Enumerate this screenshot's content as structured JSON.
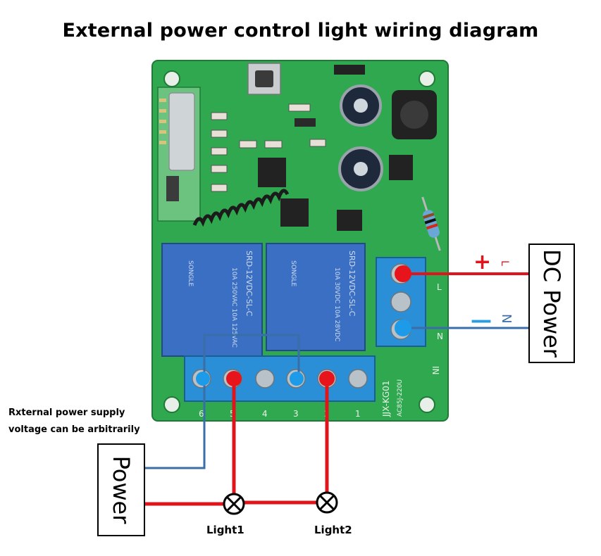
{
  "title": "External power control light wiring diagram",
  "note": {
    "line1": "Rxternal power supply",
    "line2": "voltage can be  arbitrarily"
  },
  "dc_power_box": "DC Power",
  "power_box": "Power",
  "lights": [
    "Light1",
    "Light2"
  ],
  "input_labels": {
    "plus": "+",
    "minus": "—",
    "L": "L",
    "N": "N",
    "IN": "IN"
  },
  "board": {
    "model_label": "JJX-KG01",
    "voltage_label": "AC85J-220U",
    "relay1_text": "SRD-12VDC-SL-C",
    "relay2_text": "SRD-12VDC-SL-C",
    "relay_brand": "SONGLE",
    "relay_rating_1": "10A 250VAC 10A 125VAC",
    "relay_rating_2": "10A 30VDC 10A 28VDC",
    "terminal_numbers": [
      "6",
      "5",
      "4",
      "3",
      "2",
      "1"
    ]
  },
  "colors": {
    "pcb": "#2fa84f",
    "pcb_dark": "#237f3c",
    "relay": "#3a6fc4",
    "terminal": "#2a8fd6",
    "wire_red": "#e0151b",
    "wire_blue": "#3a6ea8",
    "dot_red": "#e8141c",
    "dot_blue": "#1e9be8"
  }
}
